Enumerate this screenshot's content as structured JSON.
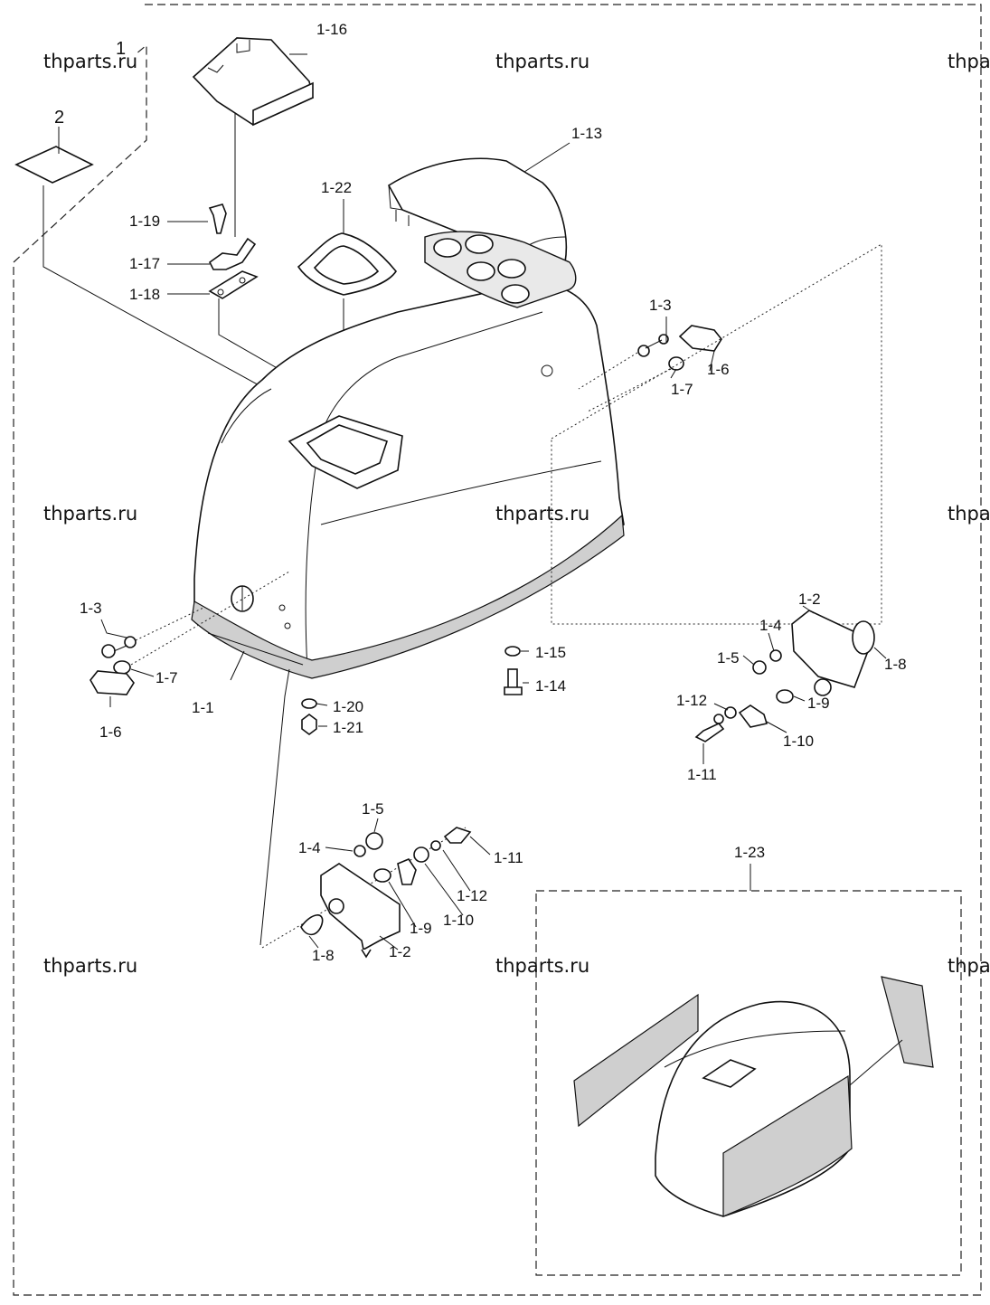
{
  "watermark": "thparts.ru",
  "colors": {
    "ink": "#111111",
    "paper": "#ffffff",
    "foam": "#cfcfcf"
  },
  "callouts": {
    "c1": "1",
    "c2": "2",
    "c1_16": "1-16",
    "c1_13": "1-13",
    "c1_22": "1-22",
    "c1_19": "1-19",
    "c1_17": "1-17",
    "c1_18": "1-18",
    "c1_3a": "1-3",
    "c1_3b": "1-3",
    "c1_6a": "1-6",
    "c1_6b": "1-6",
    "c1_7a": "1-7",
    "c1_7b": "1-7",
    "c1_1": "1-1",
    "c1_2a": "1-2",
    "c1_2b": "1-2",
    "c1_4a": "1-4",
    "c1_4b": "1-4",
    "c1_5a": "1-5",
    "c1_5b": "1-5",
    "c1_8a": "1-8",
    "c1_8b": "1-8",
    "c1_9a": "1-9",
    "c1_9b": "1-9",
    "c1_10a": "1-10",
    "c1_10b": "1-10",
    "c1_11a": "1-11",
    "c1_11b": "1-11",
    "c1_12a": "1-12",
    "c1_12b": "1-12",
    "c1_14": "1-14",
    "c1_15": "1-15",
    "c1_20": "1-20",
    "c1_21": "1-21",
    "c1_23": "1-23"
  }
}
